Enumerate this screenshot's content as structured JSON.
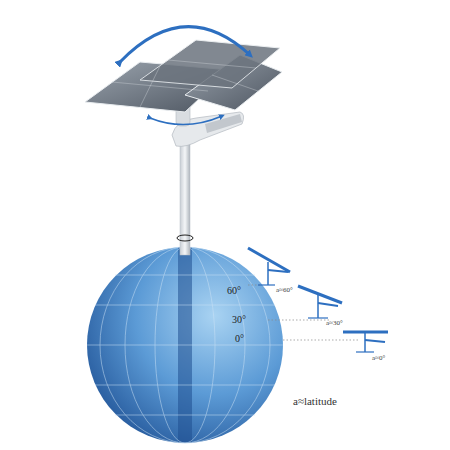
{
  "diagram": {
    "labels": [
      "60°",
      "30°",
      "0°",
      "a≈60°",
      "a≈30°",
      "a≈0°",
      "a≈latitude"
    ]
  }
}
